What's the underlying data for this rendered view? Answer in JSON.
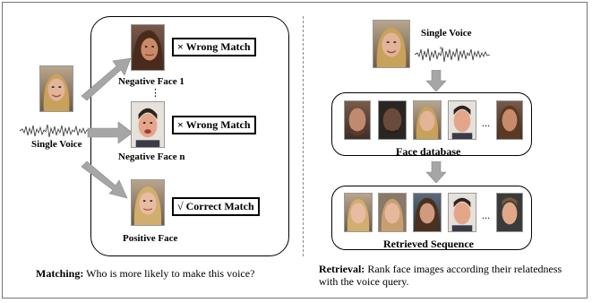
{
  "left_panel": {
    "single_voice_label": "Single Voice",
    "negative_face_1_label": "Negative Face 1",
    "negative_face_n_label": "Negative Face n",
    "positive_face_label": "Positive Face",
    "wrong_match_1": "× Wrong Match",
    "wrong_match_n": "× Wrong Match",
    "correct_match": "√ Correct Match",
    "vertical_dots": "⋮",
    "caption_bold": "Matching:",
    "caption_text": " Who is more likely to make this voice?"
  },
  "right_panel": {
    "single_voice_label": "Single Voice",
    "face_database_label": "Face database",
    "retrieved_sequence_label": "Retrieved Sequence",
    "ellipsis_db": "...",
    "ellipsis_seq": "...",
    "caption_bold": "Retrieval:",
    "caption_text": " Rank face images according their relatedness with the voice query."
  },
  "colors": {
    "arrow": "#a6a6a6",
    "arrow_stroke": "#8c8c8c",
    "border": "#000000"
  }
}
